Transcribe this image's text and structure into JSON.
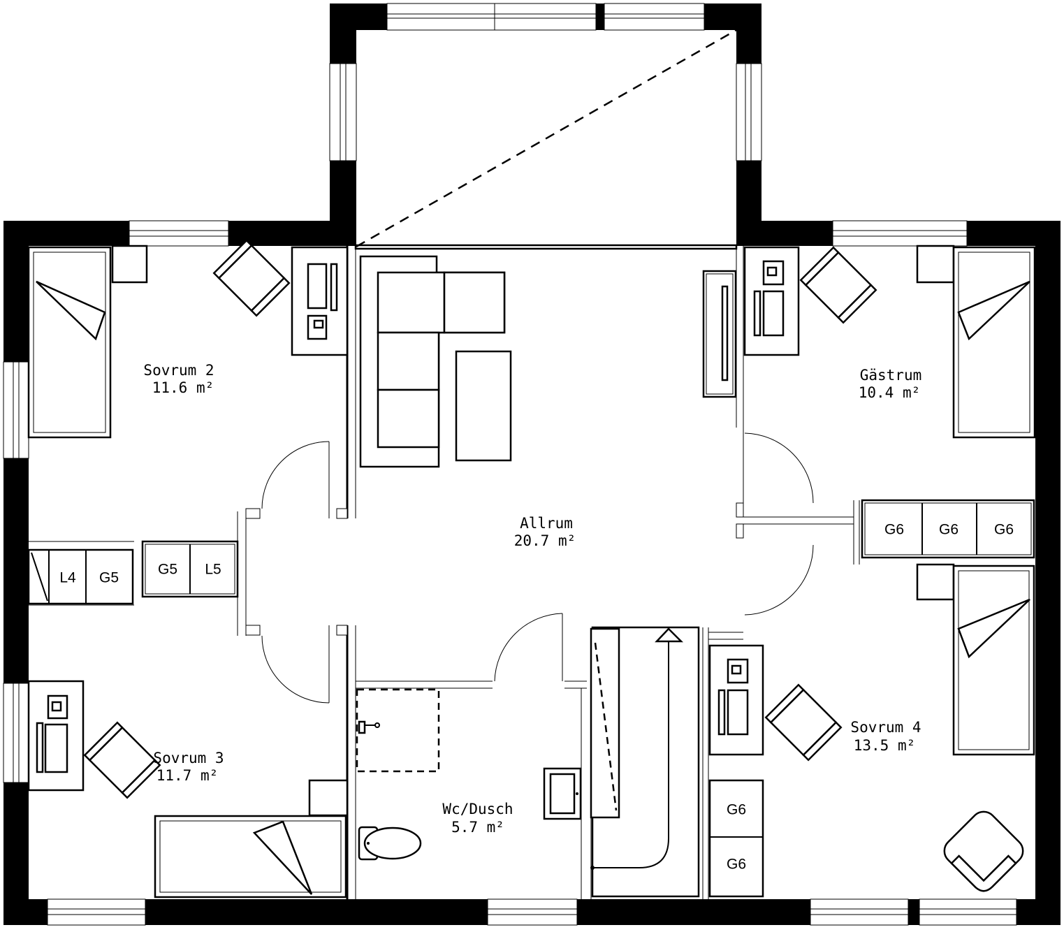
{
  "rooms": {
    "sovrum2": {
      "name": "Sovrum 2",
      "area": "11.6 m²"
    },
    "gastrum": {
      "name": "Gästrum",
      "area": "10.4 m²"
    },
    "allrum": {
      "name": "Allrum",
      "area": "20.7 m²"
    },
    "sovrum3": {
      "name": "Sovrum 3",
      "area": "11.7 m²"
    },
    "sovrum4": {
      "name": "Sovrum 4",
      "area": "13.5 m²"
    },
    "wcdusch": {
      "name": "Wc/Dusch",
      "area": "5.7 m²"
    }
  },
  "storage": {
    "left_l4": "L4",
    "left_g5": "G5",
    "mid_g5": "G5",
    "mid_l5": "L5",
    "right_g6_1": "G6",
    "right_g6_2": "G6",
    "right_g6_3": "G6",
    "lower_g6_1": "G6",
    "lower_g6_2": "G6"
  }
}
